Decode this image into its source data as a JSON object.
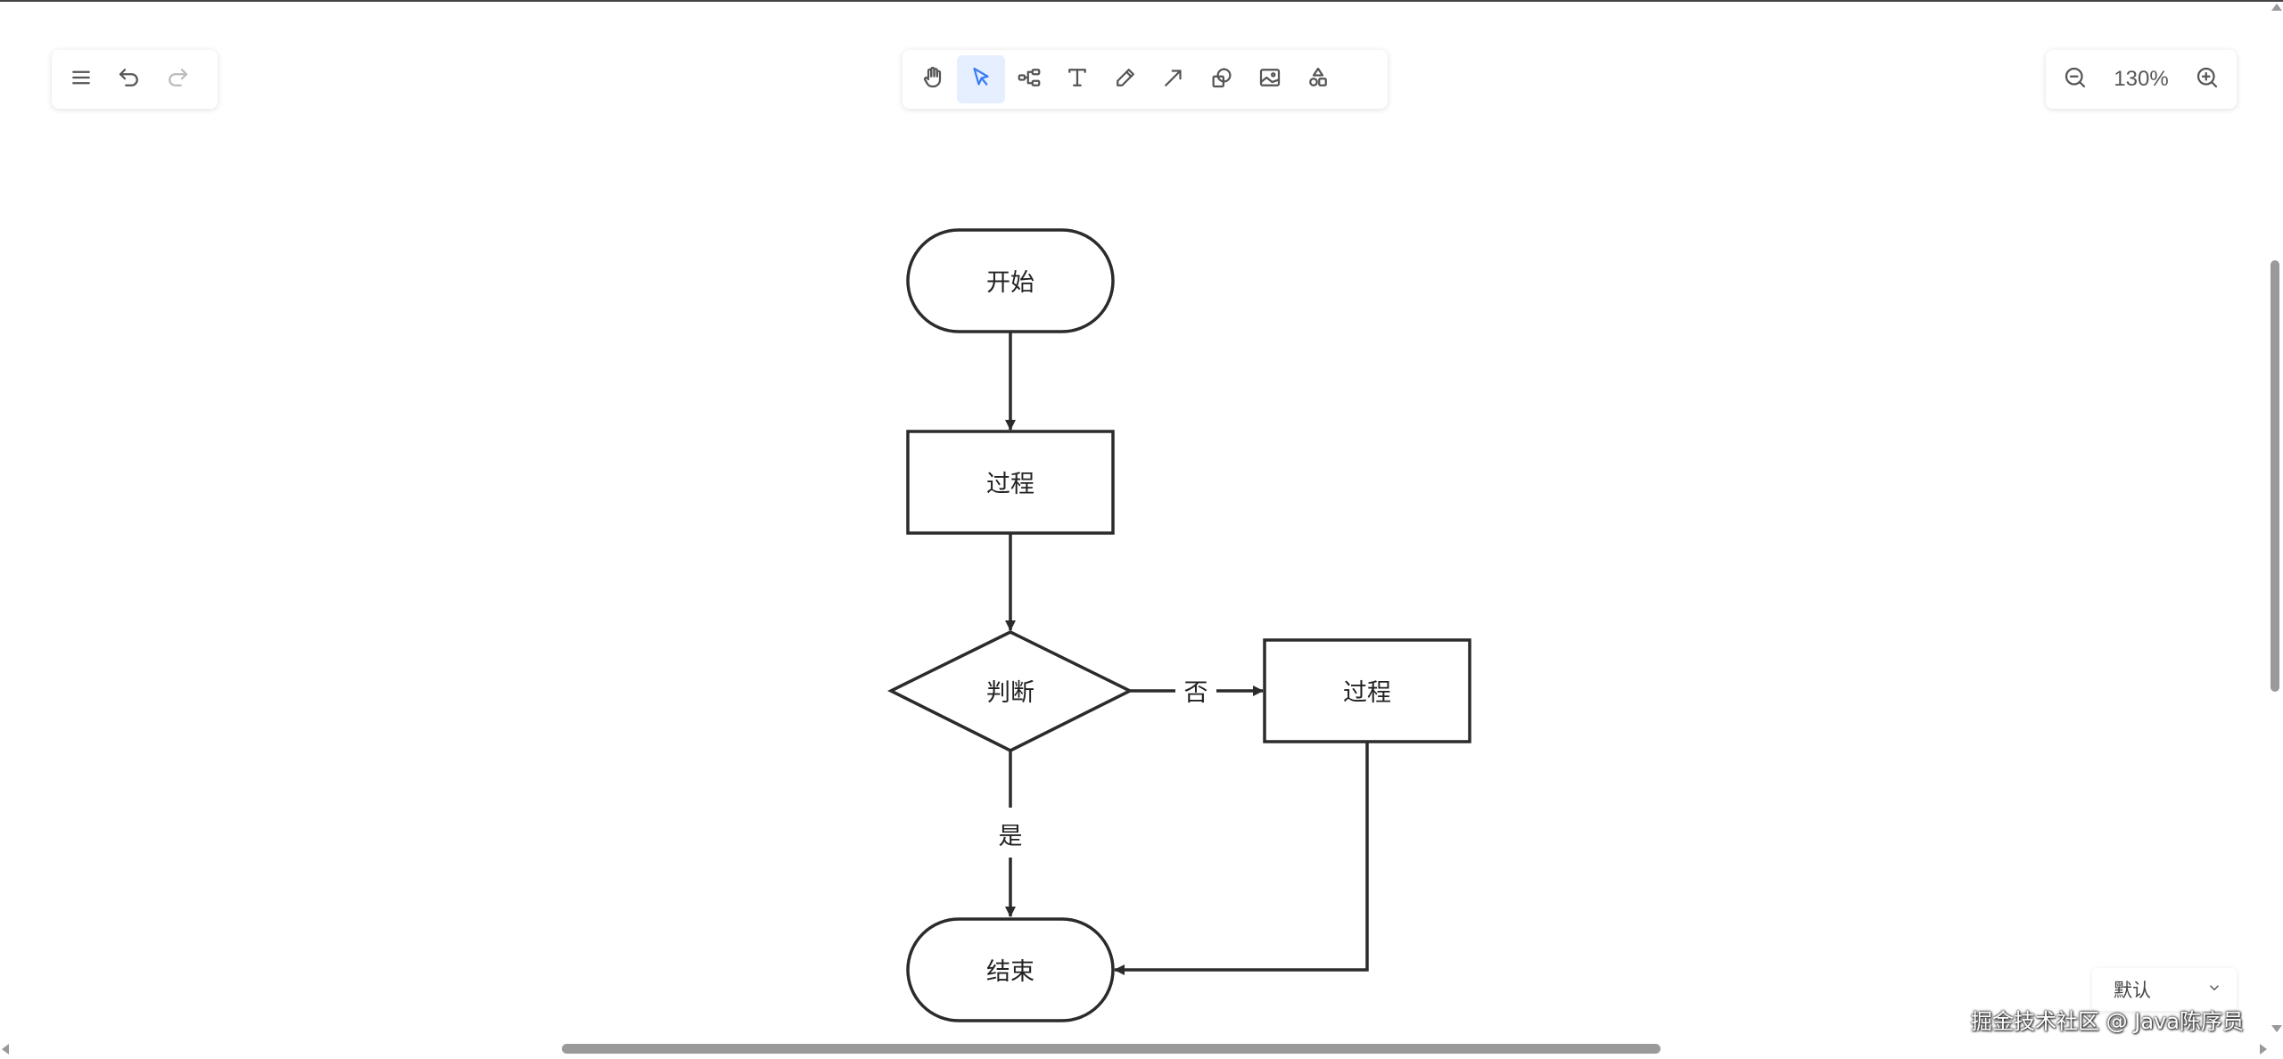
{
  "toolbar_left": {
    "items": [
      {
        "icon": "menu-icon"
      },
      {
        "icon": "undo-icon"
      },
      {
        "icon": "redo-icon",
        "state": "disabled"
      }
    ]
  },
  "toolbar_tools": {
    "active": "select-tool",
    "items": [
      {
        "icon": "hand-icon"
      },
      {
        "icon": "pointer-icon"
      },
      {
        "icon": "mindmap-icon"
      },
      {
        "icon": "text-icon"
      },
      {
        "icon": "pencil-icon"
      },
      {
        "icon": "arrow-icon"
      },
      {
        "icon": "shapes-icon"
      },
      {
        "icon": "image-icon"
      },
      {
        "icon": "more-shapes-icon"
      }
    ]
  },
  "zoom": {
    "value": "130%",
    "zoom_out_icon": "zoom-out-icon",
    "zoom_in_icon": "zoom-in-icon"
  },
  "flowchart": {
    "nodes": {
      "start": "开始",
      "process1": "过程",
      "decision": "判断",
      "process2": "过程",
      "end": "结束"
    },
    "edges": {
      "no_label": "否",
      "yes_label": "是"
    }
  },
  "theme_select": {
    "value": "默认"
  },
  "watermark": "掘金技术社区 @ Java陈序员",
  "colors": {
    "active_tool_bg": "#e6efff",
    "active_tool_icon": "#3b7cf4",
    "stroke": "#2b2b2b"
  }
}
